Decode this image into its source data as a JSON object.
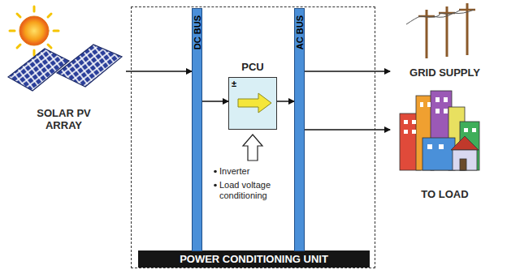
{
  "diagram": {
    "nodes": [
      {
        "text": [
          "POWER CONDITIONING UNIT"
        ]
      },
      {
        "text": [
          "DC BUS"
        ],
        "in": 0
      },
      {
        "text": [
          "±",
          "PCU"
        ],
        "in": 0
      },
      {
        "text": [
          "AC BUS"
        ],
        "in": 0
      },
      {
        "text": [
          "SOLAR PV ARRAY"
        ]
      },
      {
        "text": [
          "GRID SUPPLY"
        ]
      },
      {
        "text": [
          "TO LOAD"
        ]
      }
    ],
    "edges": [
      {
        "from": 4,
        "to": 1,
        "arrow": "to"
      },
      {
        "from": 1,
        "to": 2,
        "arrow": "to"
      },
      {
        "from": 2,
        "to": 3,
        "arrow": "to"
      },
      {
        "from": 3,
        "to": 5,
        "arrow": "to"
      },
      {
        "from": 3,
        "to": 6,
        "arrow": "to"
      }
    ],
    "labels": [
      "Inverter",
      "Load voltage conditioning"
    ]
  }
}
